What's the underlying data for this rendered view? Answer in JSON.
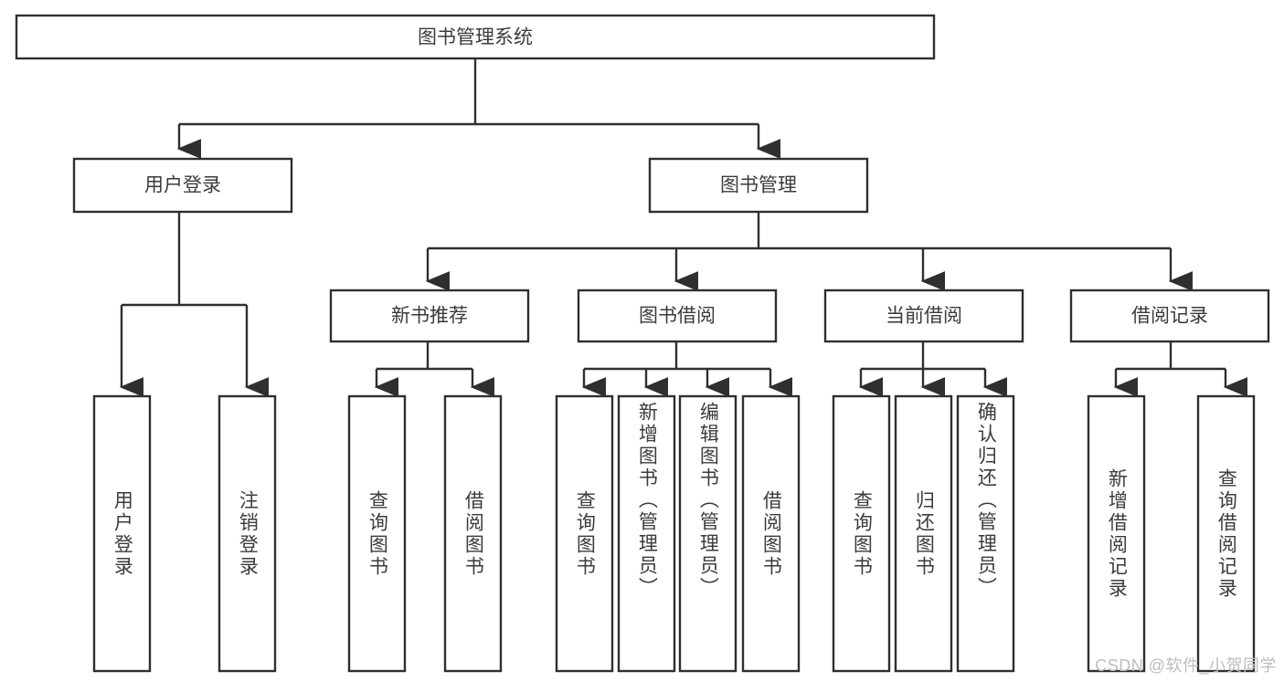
{
  "diagram": {
    "title": "图书管理系统",
    "type": "tree",
    "watermark": "CSDN @软件_小贺同学",
    "colors": {
      "background": "#ffffff",
      "box_fill": "#ffffff",
      "box_stroke": "#2f2f2f",
      "text": "#3b3b3b",
      "watermark": "#bdbdbd"
    },
    "root": {
      "label": "图书管理系统",
      "orientation": "horizontal"
    },
    "level2": [
      {
        "label": "用户登录",
        "orientation": "horizontal"
      },
      {
        "label": "图书管理",
        "orientation": "horizontal"
      }
    ],
    "level3": [
      {
        "label": "新书推荐",
        "orientation": "horizontal"
      },
      {
        "label": "图书借阅",
        "orientation": "horizontal"
      },
      {
        "label": "当前借阅",
        "orientation": "horizontal"
      },
      {
        "label": "借阅记录",
        "orientation": "horizontal"
      }
    ],
    "leaves": [
      {
        "label": "用户登录",
        "parent": "用户登录",
        "orientation": "vertical"
      },
      {
        "label": "注销登录",
        "parent": "用户登录",
        "orientation": "vertical"
      },
      {
        "label": "查询图书",
        "parent": "新书推荐",
        "orientation": "vertical"
      },
      {
        "label": "借阅图书",
        "parent": "新书推荐",
        "orientation": "vertical"
      },
      {
        "label": "查询图书",
        "parent": "图书借阅",
        "orientation": "vertical"
      },
      {
        "label": "新增图书（管理员）",
        "parent": "图书借阅",
        "orientation": "vertical"
      },
      {
        "label": "编辑图书（管理员）",
        "parent": "图书借阅",
        "orientation": "vertical"
      },
      {
        "label": "借阅图书",
        "parent": "图书借阅",
        "orientation": "vertical"
      },
      {
        "label": "查询图书",
        "parent": "当前借阅",
        "orientation": "vertical"
      },
      {
        "label": "归还图书",
        "parent": "当前借阅",
        "orientation": "vertical"
      },
      {
        "label": "确认归还（管理员）",
        "parent": "当前借阅",
        "orientation": "vertical"
      },
      {
        "label": "新增借阅记录",
        "parent": "借阅记录",
        "orientation": "vertical"
      },
      {
        "label": "查询借阅记录",
        "parent": "借阅记录",
        "orientation": "vertical"
      }
    ]
  }
}
